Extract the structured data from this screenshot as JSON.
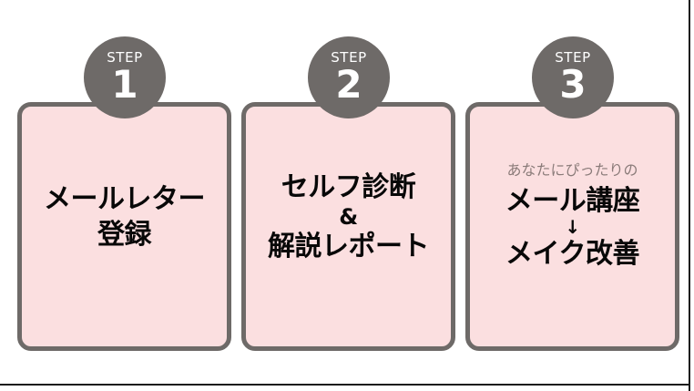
{
  "diagram": {
    "title": "3-step process",
    "colors": {
      "circle_fill": "#6E6A68",
      "card_fill": "#FBDFE0",
      "card_border": "#6E6A68",
      "text": "#080808",
      "note_text": "#8A7B79",
      "frame": "#1C1C1C",
      "background": "#FFFFFF"
    },
    "steps": [
      {
        "badge_label": "STEP",
        "badge_number": "1",
        "lines": [
          {
            "text": "メールレター",
            "style": "main"
          },
          {
            "text": "登録",
            "style": "main"
          }
        ]
      },
      {
        "badge_label": "STEP",
        "badge_number": "2",
        "lines": [
          {
            "text": "セルフ診断",
            "style": "main"
          },
          {
            "text": "&",
            "style": "amp"
          },
          {
            "text": "解説レポート",
            "style": "main"
          }
        ]
      },
      {
        "badge_label": "STEP",
        "badge_number": "3",
        "lines": [
          {
            "text": "あなたにぴったりの",
            "style": "small-note"
          },
          {
            "text": "メール講座",
            "style": "main"
          },
          {
            "text": "↓",
            "style": "arrow"
          },
          {
            "text": "メイク改善",
            "style": "main"
          }
        ]
      }
    ]
  }
}
